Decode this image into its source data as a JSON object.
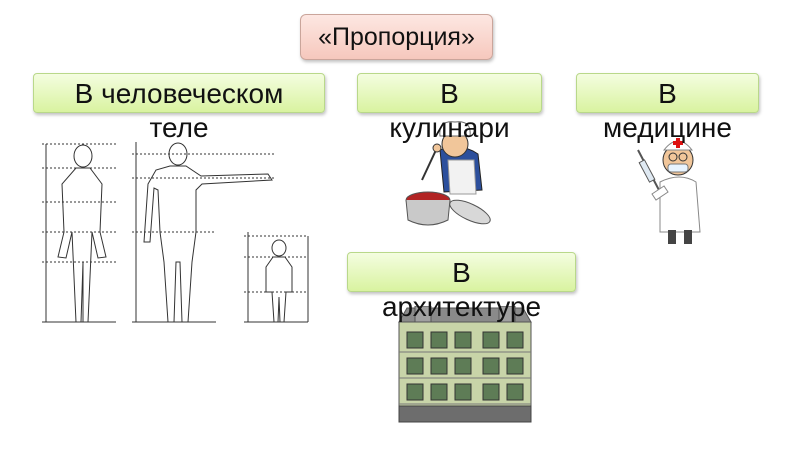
{
  "title": "«Пропорция»",
  "topics": [
    {
      "line1": "В человеческом",
      "line2": "теле"
    },
    {
      "line1": "В",
      "line2": "кулинари"
    },
    {
      "line1": "В",
      "line2": "медицине"
    },
    {
      "line1": "В",
      "line2": "архитектуре"
    }
  ]
}
